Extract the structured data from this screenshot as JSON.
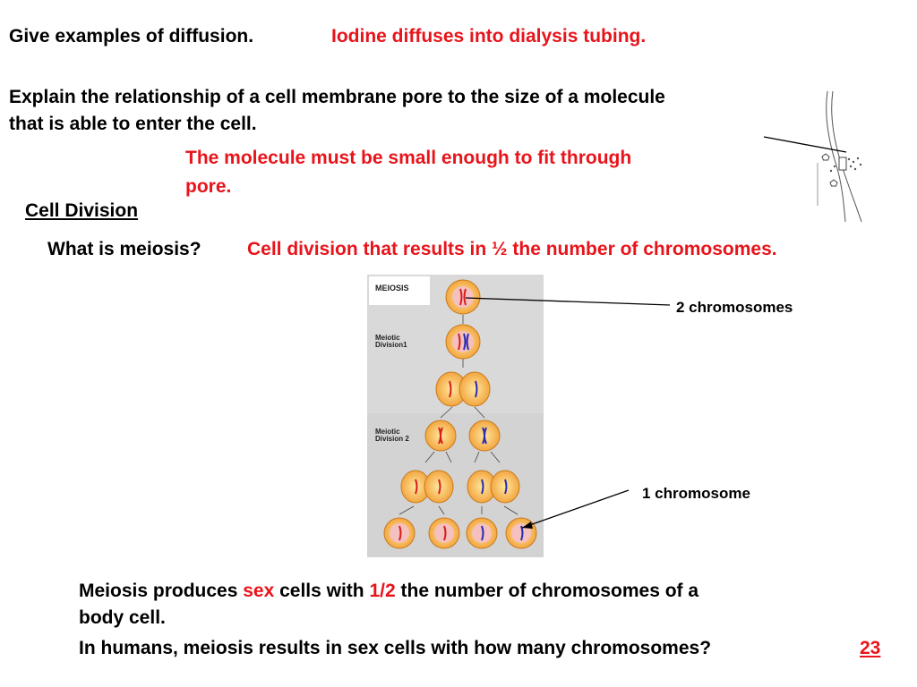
{
  "q1": {
    "question": "Give examples of diffusion.",
    "answer": "Iodine diffuses into dialysis tubing."
  },
  "q2": {
    "question_line1": "Explain the relationship of a cell membrane pore to the size of a molecule",
    "question_line2": "that is able to enter the cell.",
    "answer_line1": "The molecule must be small enough to fit through",
    "answer_line2": "pore."
  },
  "section_heading": "Cell Division",
  "q3": {
    "question": "What is meiosis?",
    "answer": "Cell division that results in ½ the number of chromosomes."
  },
  "diagram": {
    "title": "MEIOSIS",
    "stage1": "Meiotic Division1",
    "stage2": "Meiotic Division 2",
    "callout_top": "2 chromosomes",
    "callout_bottom": "1 chromosome",
    "colors": {
      "cell_fill": "#f3a640",
      "nucleus": "#f4c0c0",
      "chrom_red": "#d61d1d",
      "chrom_blue": "#2b2bb0"
    }
  },
  "summary": {
    "line1_a": "Meiosis produces ",
    "line1_b": "sex",
    "line1_c": " cells with ",
    "line1_d": "1/2",
    "line1_e": " the number of chromosomes of a",
    "line2": "body cell.",
    "q4": "In humans, meiosis results in sex cells with how many chromosomes?",
    "q4_answer": "23"
  }
}
